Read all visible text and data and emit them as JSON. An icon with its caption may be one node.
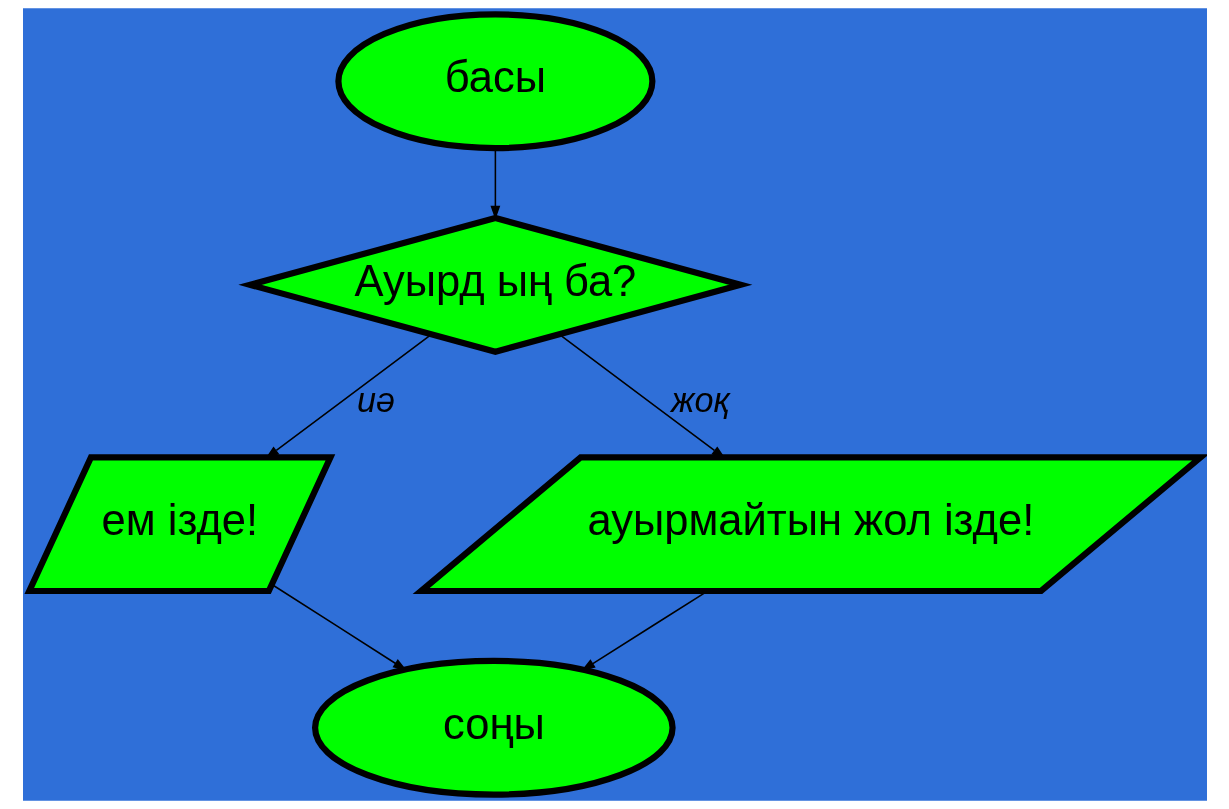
{
  "diagram": {
    "nodes": [
      {
        "text": [
          "басы"
        ]
      },
      {
        "text": [
          "Ауырд ың ба?"
        ]
      },
      {
        "text": [
          "ем ізде!"
        ]
      },
      {
        "text": [
          "ауырмайтын жол ізде!"
        ]
      },
      {
        "text": [
          "соңы"
        ]
      }
    ],
    "edges": [
      {
        "from": 0,
        "to": 1,
        "arrow": "to"
      },
      {
        "from": 1,
        "to": 2,
        "arrow": "to",
        "label": "иә"
      },
      {
        "from": 1,
        "to": 3,
        "arrow": "to",
        "label": "жоқ"
      },
      {
        "from": 2,
        "to": 4,
        "arrow": "to"
      },
      {
        "from": 3,
        "to": 4,
        "arrow": "to"
      }
    ]
  }
}
